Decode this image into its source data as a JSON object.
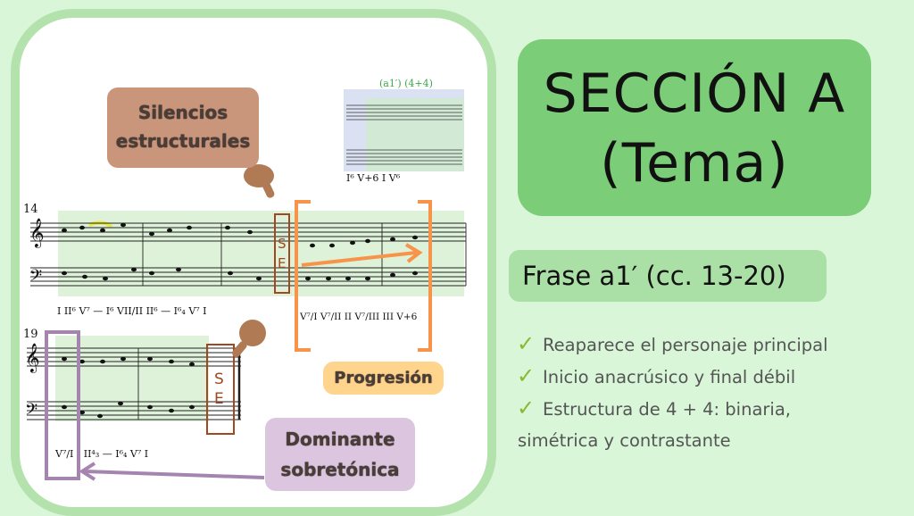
{
  "title": {
    "line1": "SECCIÓN A",
    "line2": "(Tema)"
  },
  "phrase": "Frase a1′ (cc. 13-20)",
  "bullets": [
    "Reaparece el personaje principal",
    "Inicio anacrúsico y final débil",
    "Estructura de 4 + 4: binaria,",
    "simétrica y contrastante"
  ],
  "labels": {
    "silencios": [
      "Silencios",
      "estructurales"
    ],
    "progresion": "Progresión",
    "dominante": [
      "Dominante",
      "sobretónica"
    ]
  },
  "score": {
    "measure_numbers": [
      "14",
      "19"
    ],
    "se_mark": [
      "S",
      "E"
    ],
    "top_annotation": "(a1′) (4+4)",
    "system1_harmony": "I  II⁶  V⁷ — I⁶  VII/II  II⁶ — I⁶₄  V⁷  I",
    "system1_progression": "V⁷/I   V⁷/II  II   V⁷/III  III   V+6",
    "system2_harmony": "V⁷/I  I  II⁴₃ — I⁶₄  V⁷  I",
    "top_harmony": "I⁶  V+6  I  V⁶"
  },
  "colors": {
    "bg": "#d9f6d9",
    "title": "#7ccd78",
    "accent_orange": "#f7944a",
    "se_brown": "#a0481f",
    "purple": "#a585b0"
  }
}
